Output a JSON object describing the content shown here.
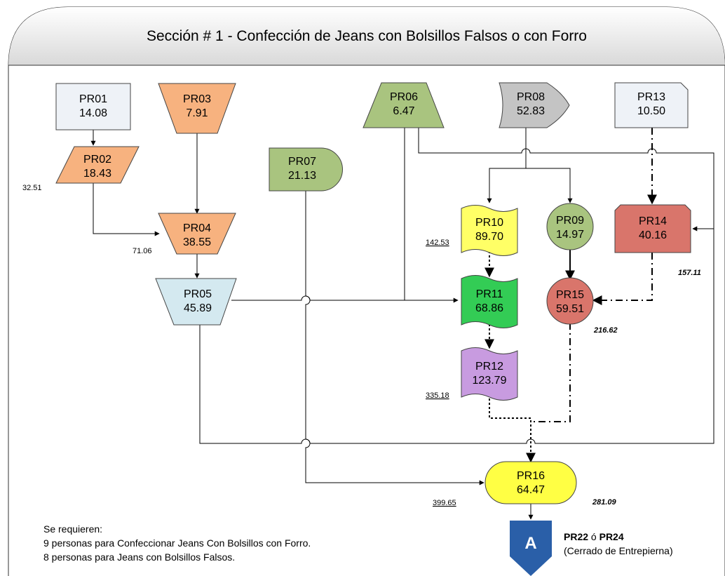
{
  "title": "Sección # 1 - Confección de Jeans con Bolsillos Falsos o con Forro",
  "nodes": {
    "pr01": {
      "code": "PR01",
      "value": "14.08",
      "color": "#eef2f7"
    },
    "pr02": {
      "code": "PR02",
      "value": "18.43",
      "color": "#f7b27f"
    },
    "pr03": {
      "code": "PR03",
      "value": "7.91",
      "color": "#f7b27f"
    },
    "pr04": {
      "code": "PR04",
      "value": "38.55",
      "color": "#f7b27f"
    },
    "pr05": {
      "code": "PR05",
      "value": "45.89",
      "color": "#d4e9f0"
    },
    "pr06": {
      "code": "PR06",
      "value": "6.47",
      "color": "#a9c47f"
    },
    "pr07": {
      "code": "PR07",
      "value": "21.13",
      "color": "#a9c47f"
    },
    "pr08": {
      "code": "PR08",
      "value": "52.83",
      "color": "#c4c4c4"
    },
    "pr09": {
      "code": "PR09",
      "value": "14.97",
      "color": "#a9c47f"
    },
    "pr10": {
      "code": "PR10",
      "value": "89.70",
      "color": "#ffff66"
    },
    "pr11": {
      "code": "PR11",
      "value": "68.86",
      "color": "#33cc55"
    },
    "pr12": {
      "code": "PR12",
      "value": "123.79",
      "color": "#c89be0"
    },
    "pr13": {
      "code": "PR13",
      "value": "10.50",
      "color": "#eef2f7"
    },
    "pr14": {
      "code": "PR14",
      "value": "40.16",
      "color": "#d9756b"
    },
    "pr15": {
      "code": "PR15",
      "value": "59.51",
      "color": "#d9756b"
    },
    "pr16": {
      "code": "PR16",
      "value": "64.47",
      "color": "#ffff44"
    }
  },
  "side_labels": {
    "l32": "32.51",
    "l71": "71.06",
    "l142": "142.53",
    "l335": "335.18",
    "l399": "399.65",
    "l157": "157.11",
    "l216": "216.62",
    "l281": "281.09"
  },
  "connector": {
    "letter": "A",
    "color": "#2a5fa8",
    "target_a": "PR22",
    "or_word": " ó ",
    "target_b": "PR24",
    "desc": "(Cerrado de Entrepierna)"
  },
  "notes": [
    "Se requieren:",
    "9 personas para Confeccionar Jeans Con Bolsillos con Forro.",
    "8 personas para Jeans con Bolsillos Falsos."
  ]
}
